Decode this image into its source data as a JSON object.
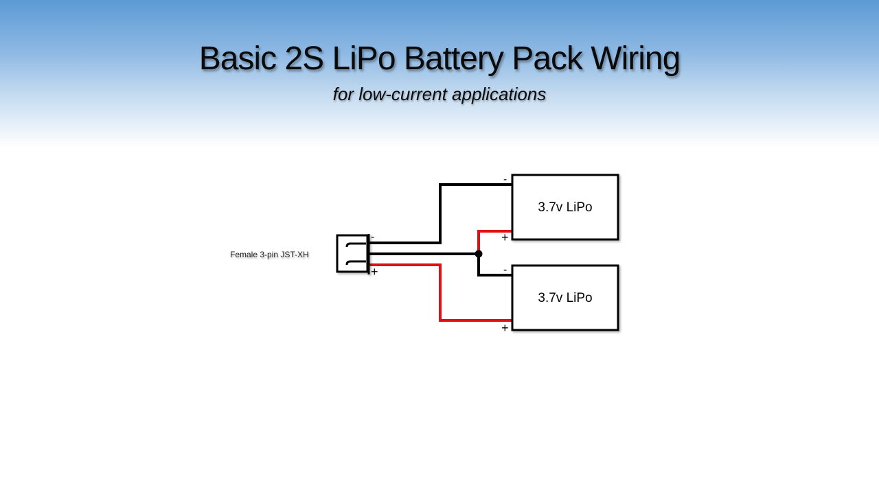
{
  "header": {
    "title": "Basic 2S LiPo Battery Pack Wiring",
    "subtitle": "for low-current applications"
  },
  "diagram": {
    "connector": {
      "label": "Female 3-pin JST-XH",
      "minus_label": "-",
      "plus_label": "+"
    },
    "batteries": [
      {
        "label": "3.7v LiPo",
        "minus_label": "-",
        "plus_label": "+"
      },
      {
        "label": "3.7v LiPo",
        "minus_label": "-",
        "plus_label": "+"
      }
    ],
    "colors": {
      "negative_wire": "#000000",
      "positive_wire": "#e01010"
    }
  }
}
